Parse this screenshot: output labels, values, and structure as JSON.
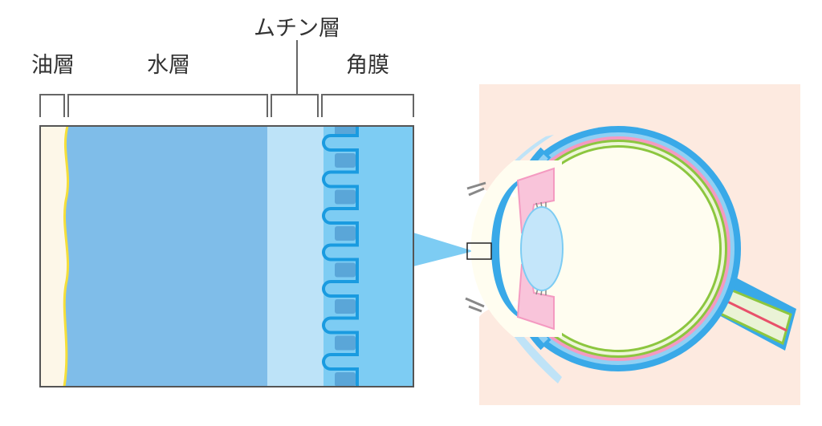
{
  "labels": {
    "oil_layer": "油層",
    "water_layer": "水層",
    "mucin_layer": "ムチン層",
    "cornea": "角膜"
  },
  "colors": {
    "oil": "#fdf7e8",
    "oil_edge": "#f5df3a",
    "water": "#7fbde9",
    "mucin": "#bde3f8",
    "cornea": "#7dccf3",
    "epithelium_line": "#1a9be0",
    "epithelium_cells": "#5aa6d8",
    "skin": "#fdeae0",
    "sclera": "#39a9e8",
    "choroid": "#f49ac1",
    "retina": "#8cc63f",
    "vitreous": "#fffdf0",
    "lens": "#c4e6fa"
  }
}
